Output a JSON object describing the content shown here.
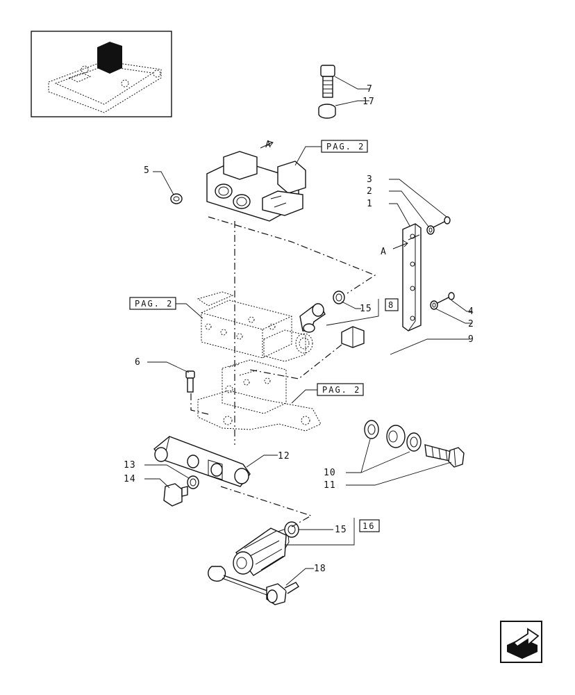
{
  "page_refs": {
    "pag_2": "PAG. 2",
    "ref_8": "8",
    "ref_16": "16"
  },
  "view_arrows": {
    "a": "A"
  },
  "callouts": {
    "c1": "1",
    "c2a": "2",
    "c2b": "2",
    "c3": "3",
    "c4": "4",
    "c5": "5",
    "c6": "6",
    "c7": "7",
    "c9": "9",
    "c10": "10",
    "c11": "11",
    "c12": "12",
    "c13": "13",
    "c14": "14",
    "c15a": "15",
    "c15b": "15",
    "c17": "17",
    "c18": "18"
  },
  "icons": {
    "thumbnail": "assembly-location-thumbnail",
    "nav": "next-page-arrow-icon"
  },
  "colors": {
    "ink": "#111111",
    "paper": "#ffffff"
  }
}
